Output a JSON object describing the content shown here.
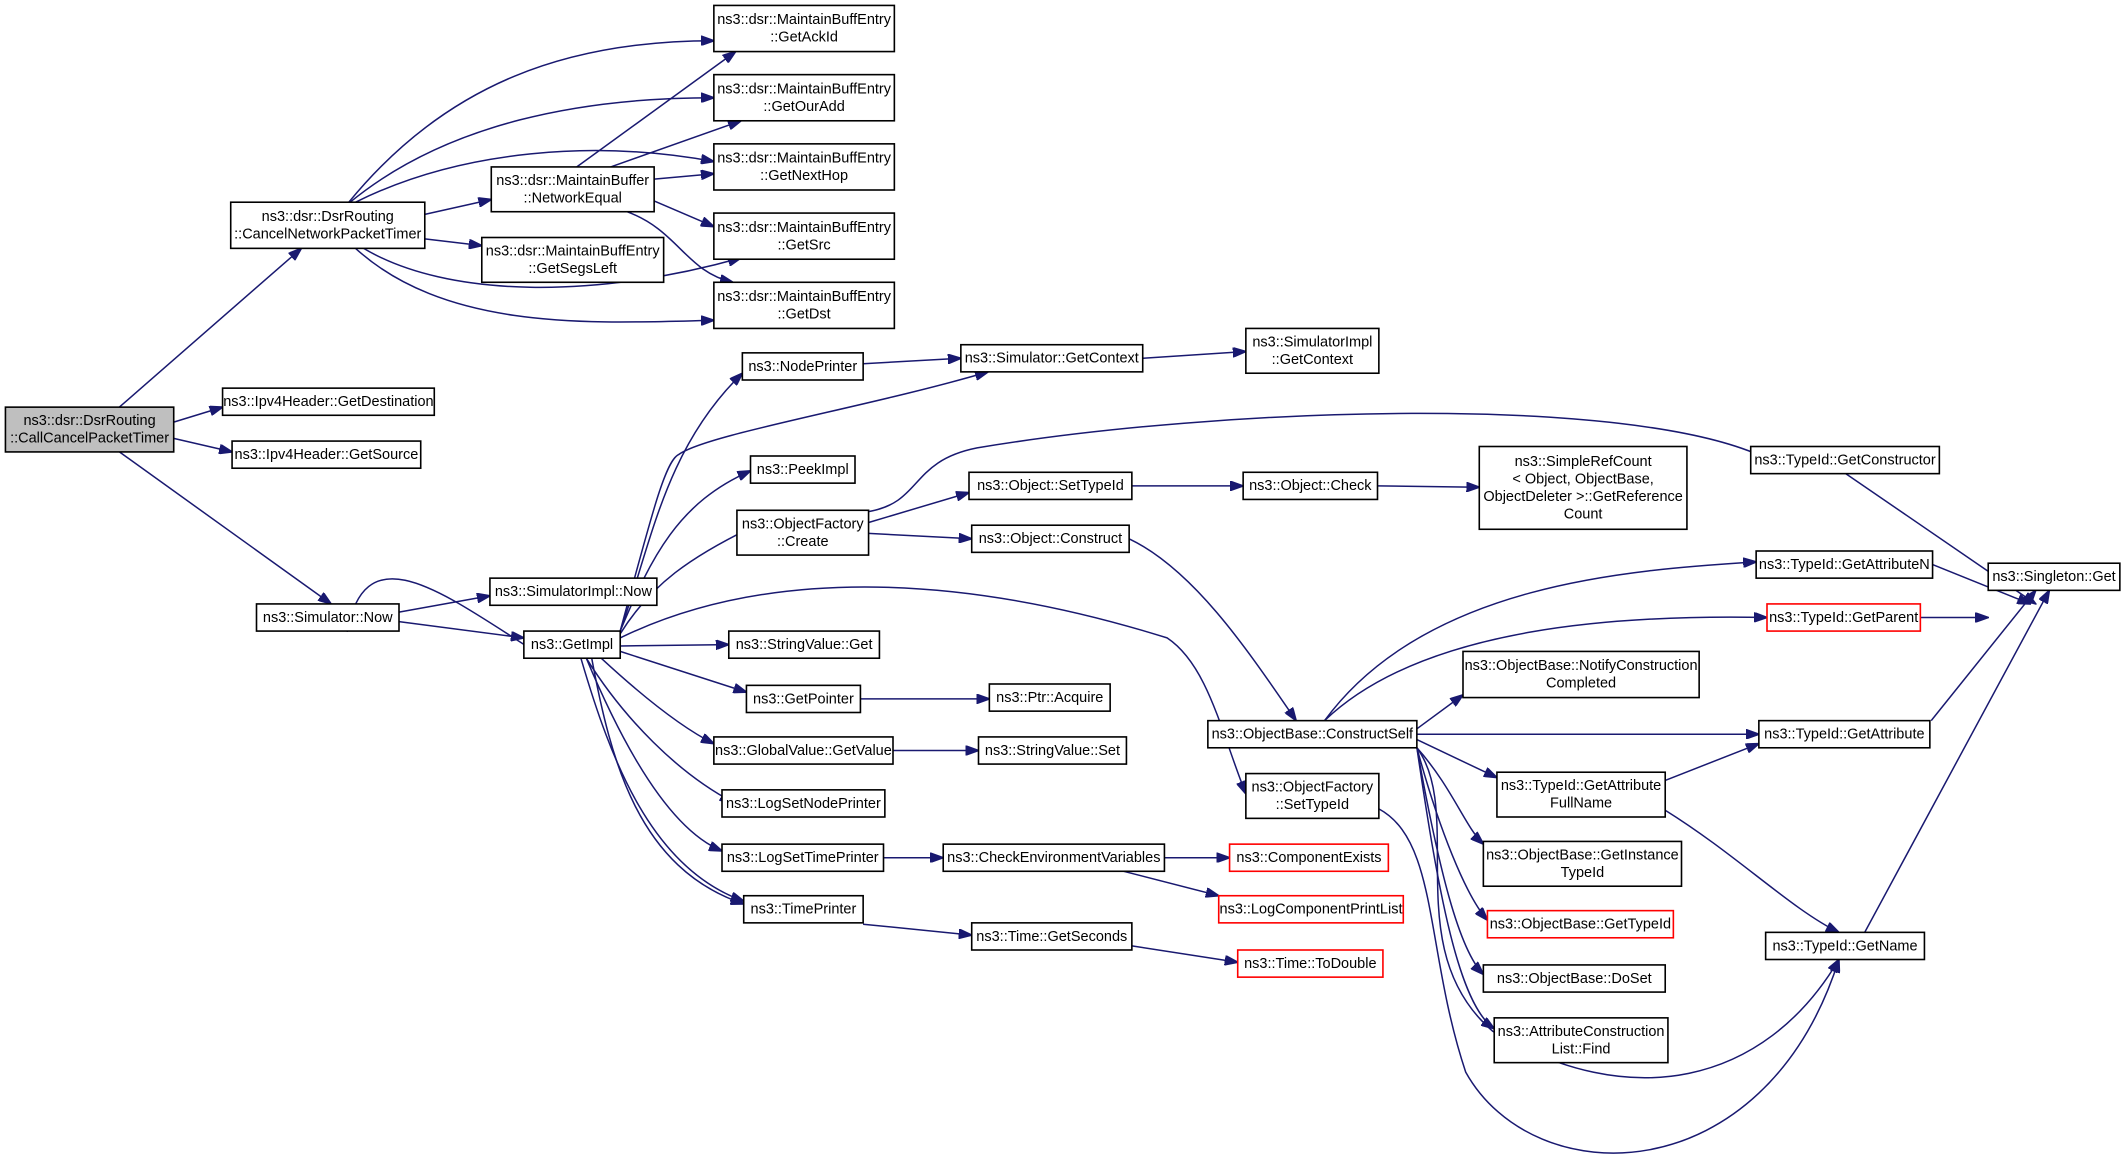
{
  "diagram": {
    "edge_color": "#191970",
    "truncated_border_color": "#ff0000",
    "root_fill": "#bfbfbf",
    "nodes": [
      {
        "id": "root",
        "lines": [
          "ns3::dsr::DsrRouting",
          "::CallCancelPacketTimer"
        ],
        "kind": "root"
      },
      {
        "id": "cnpt",
        "lines": [
          "ns3::dsr::DsrRouting",
          "::CancelNetworkPacketTimer"
        ]
      },
      {
        "id": "ackid",
        "lines": [
          "ns3::dsr::MaintainBuffEntry",
          "::GetAckId"
        ]
      },
      {
        "id": "ouradd",
        "lines": [
          "ns3::dsr::MaintainBuffEntry",
          "::GetOurAdd"
        ]
      },
      {
        "id": "nexthop",
        "lines": [
          "ns3::dsr::MaintainBuffEntry",
          "::GetNextHop"
        ]
      },
      {
        "id": "src",
        "lines": [
          "ns3::dsr::MaintainBuffEntry",
          "::GetSrc"
        ]
      },
      {
        "id": "dst",
        "lines": [
          "ns3::dsr::MaintainBuffEntry",
          "::GetDst"
        ]
      },
      {
        "id": "neteq",
        "lines": [
          "ns3::dsr::MaintainBuffer",
          "::NetworkEqual"
        ]
      },
      {
        "id": "segs",
        "lines": [
          "ns3::dsr::MaintainBuffEntry",
          "::GetSegsLeft"
        ]
      },
      {
        "id": "ipdst",
        "lines": [
          "ns3::Ipv4Header::GetDestination"
        ]
      },
      {
        "id": "ipsrc",
        "lines": [
          "ns3::Ipv4Header::GetSource"
        ]
      },
      {
        "id": "simnow",
        "lines": [
          "ns3::Simulator::Now"
        ]
      },
      {
        "id": "implnow",
        "lines": [
          "ns3::SimulatorImpl::Now"
        ]
      },
      {
        "id": "getimpl",
        "lines": [
          "ns3::GetImpl"
        ]
      },
      {
        "id": "nodeprinter",
        "lines": [
          "ns3::NodePrinter"
        ]
      },
      {
        "id": "getctx",
        "lines": [
          "ns3::Simulator::GetContext"
        ]
      },
      {
        "id": "implctx",
        "lines": [
          "ns3::SimulatorImpl",
          "::GetContext"
        ]
      },
      {
        "id": "peekimpl",
        "lines": [
          "ns3::PeekImpl"
        ]
      },
      {
        "id": "ofcreate",
        "lines": [
          "ns3::ObjectFactory",
          "::Create"
        ]
      },
      {
        "id": "settypeid",
        "lines": [
          "ns3::Object::SetTypeId"
        ]
      },
      {
        "id": "check",
        "lines": [
          "ns3::Object::Check"
        ]
      },
      {
        "id": "refcount",
        "lines": [
          "ns3::SimpleRefCount",
          "< Object, ObjectBase,",
          "ObjectDeleter >::GetReference",
          "Count"
        ]
      },
      {
        "id": "construct",
        "lines": [
          "ns3::Object::Construct"
        ]
      },
      {
        "id": "getconstructor",
        "lines": [
          "ns3::TypeId::GetConstructor"
        ]
      },
      {
        "id": "singleton",
        "lines": [
          "ns3::Singleton::Get"
        ]
      },
      {
        "id": "getattrn",
        "lines": [
          "ns3::TypeId::GetAttributeN"
        ]
      },
      {
        "id": "getparent",
        "lines": [
          "ns3::TypeId::GetParent"
        ],
        "kind": "truncated"
      },
      {
        "id": "svget",
        "lines": [
          "ns3::StringValue::Get"
        ]
      },
      {
        "id": "getpointer",
        "lines": [
          "ns3::GetPointer"
        ]
      },
      {
        "id": "ptracquire",
        "lines": [
          "ns3::Ptr::Acquire"
        ]
      },
      {
        "id": "gvgetvalue",
        "lines": [
          "ns3::GlobalValue::GetValue"
        ]
      },
      {
        "id": "svset",
        "lines": [
          "ns3::StringValue::Set"
        ]
      },
      {
        "id": "lognode",
        "lines": [
          "ns3::LogSetNodePrinter"
        ]
      },
      {
        "id": "logtime",
        "lines": [
          "ns3::LogSetTimePrinter"
        ]
      },
      {
        "id": "checkenv",
        "lines": [
          "ns3::CheckEnvironmentVariables"
        ]
      },
      {
        "id": "compexists",
        "lines": [
          "ns3::ComponentExists"
        ],
        "kind": "truncated"
      },
      {
        "id": "logcomp",
        "lines": [
          "ns3::LogComponentPrintList"
        ],
        "kind": "truncated"
      },
      {
        "id": "timeprinter",
        "lines": [
          "ns3::TimePrinter"
        ]
      },
      {
        "id": "getseconds",
        "lines": [
          "ns3::Time::GetSeconds"
        ]
      },
      {
        "id": "todouble",
        "lines": [
          "ns3::Time::ToDouble"
        ],
        "kind": "truncated"
      },
      {
        "id": "constructself",
        "lines": [
          "ns3::ObjectBase::ConstructSelf"
        ]
      },
      {
        "id": "ofsettypeid",
        "lines": [
          "ns3::ObjectFactory",
          "::SetTypeId"
        ]
      },
      {
        "id": "notify",
        "lines": [
          "ns3::ObjectBase::NotifyConstruction",
          "Completed"
        ]
      },
      {
        "id": "getattribute",
        "lines": [
          "ns3::TypeId::GetAttribute"
        ]
      },
      {
        "id": "attrfullname",
        "lines": [
          "ns3::TypeId::GetAttribute",
          "FullName"
        ]
      },
      {
        "id": "getinstance",
        "lines": [
          "ns3::ObjectBase::GetInstance",
          "TypeId"
        ]
      },
      {
        "id": "obgettypeid",
        "lines": [
          "ns3::ObjectBase::GetTypeId"
        ],
        "kind": "truncated"
      },
      {
        "id": "getname",
        "lines": [
          "ns3::TypeId::GetName"
        ]
      },
      {
        "id": "doset",
        "lines": [
          "ns3::ObjectBase::DoSet"
        ]
      },
      {
        "id": "acfind",
        "lines": [
          "ns3::AttributeConstruction",
          "List::Find"
        ]
      }
    ]
  }
}
